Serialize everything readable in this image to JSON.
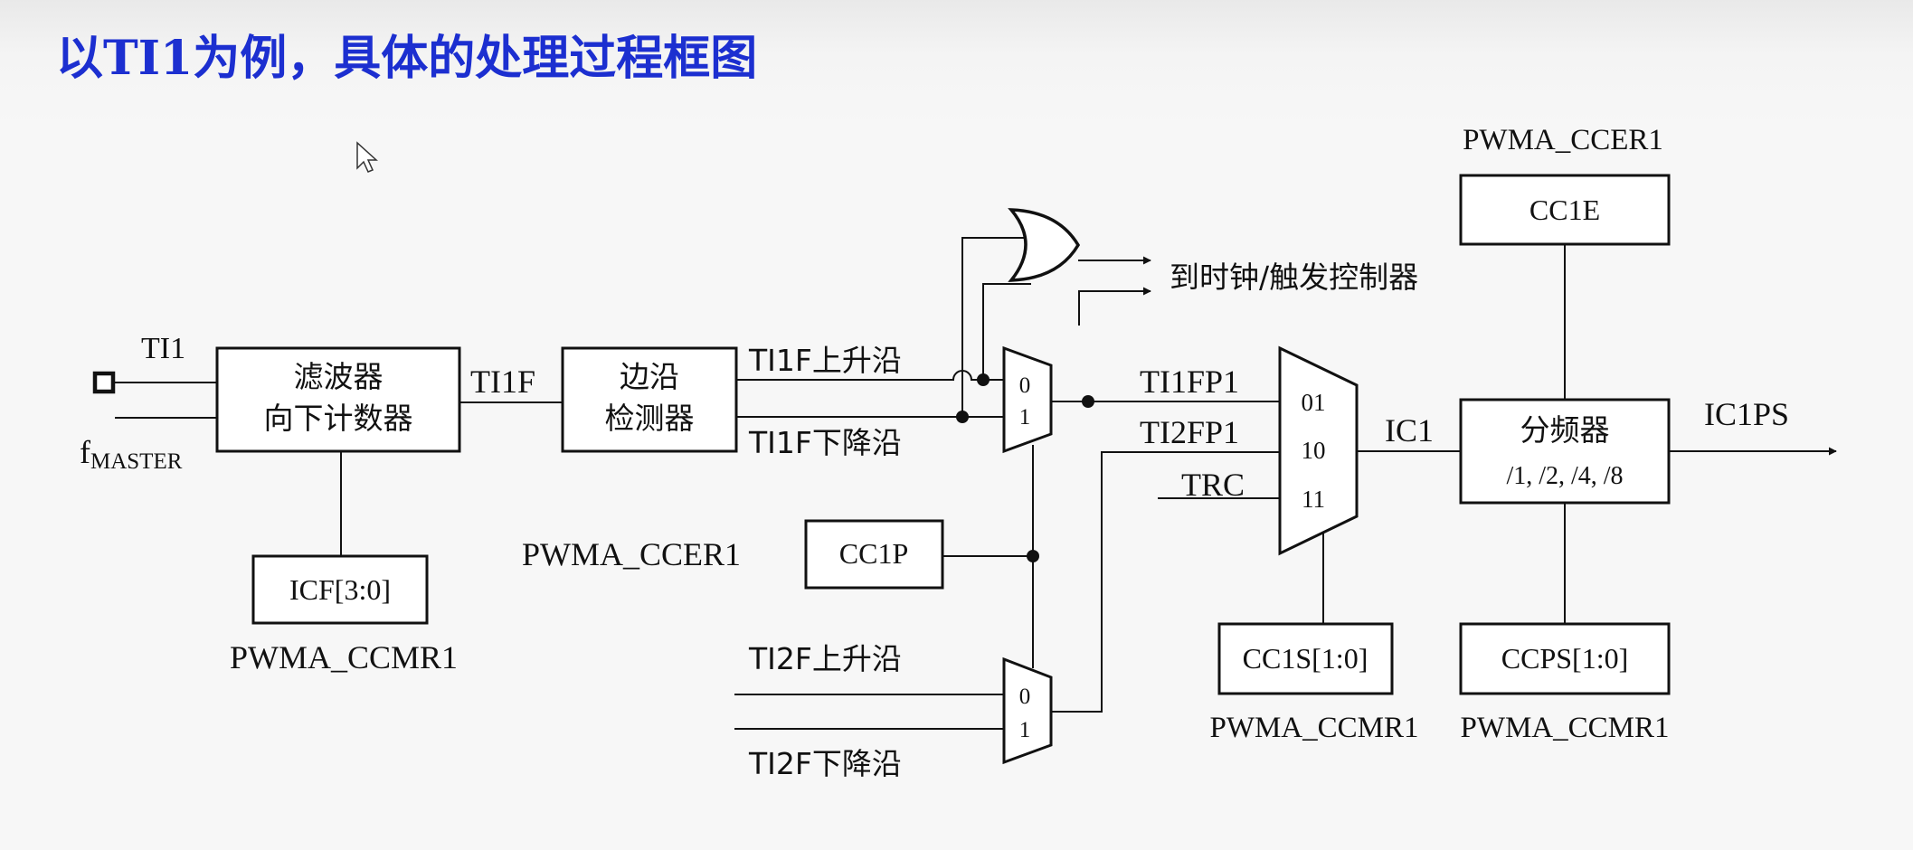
{
  "title": "以TI1为例，具体的处理过程框图",
  "colors": {
    "title": "#1c2fd0",
    "line": "#111111",
    "background": "#f7f7f7"
  },
  "inputs": {
    "ti1": "TI1",
    "fmaster_f": "f",
    "fmaster_sub": "MASTER"
  },
  "filter": {
    "line1": "滤波器",
    "line2": "向下计数器",
    "output": "TI1F"
  },
  "icf": {
    "label": "ICF[3:0]",
    "register": "PWMA_CCMR1"
  },
  "edge": {
    "line1": "边沿",
    "line2": "检测器",
    "rising": "TI1F上升沿",
    "falling": "TI1F下降沿"
  },
  "mux1": {
    "in0": "0",
    "in1": "1",
    "output": "TI1FP1"
  },
  "or_gate": {
    "output": "到时钟/触发控制器"
  },
  "cc1p": {
    "label": "CC1P",
    "register": "PWMA_CCER1"
  },
  "mux2": {
    "in0": "0",
    "in1": "1",
    "rising": "TI2F上升沿",
    "falling": "TI2F下降沿",
    "output": "TI2FP1"
  },
  "mux3": {
    "in01": "01",
    "in10": "10",
    "in11": "11",
    "trc": "TRC",
    "output": "IC1"
  },
  "cc1s": {
    "label": "CC1S[1:0]",
    "register": "PWMA_CCMR1"
  },
  "prescaler": {
    "line1": "分频器",
    "line2": "/1, /2, /4, /8",
    "output": "IC1PS"
  },
  "cc1e": {
    "label": "CC1E",
    "register": "PWMA_CCER1"
  },
  "ccps": {
    "label": "CCPS[1:0]",
    "register": "PWMA_CCMR1"
  }
}
